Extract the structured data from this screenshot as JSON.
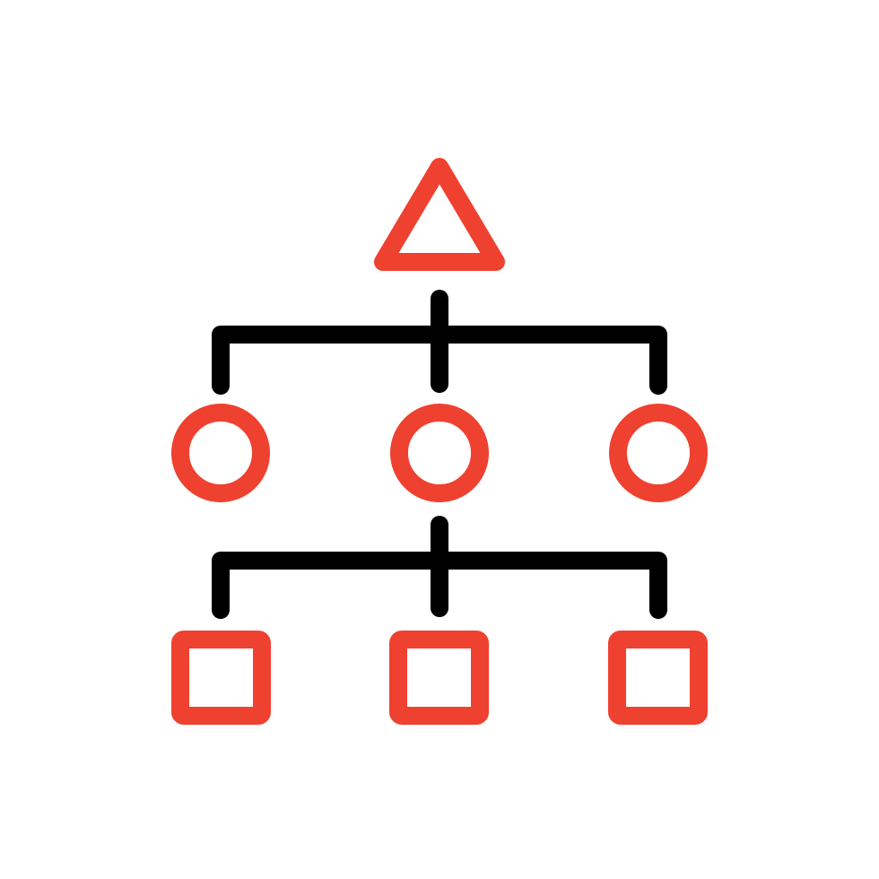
{
  "colors": {
    "background": "#ffffff",
    "node": "#ef4130",
    "connector": "#000000"
  },
  "diagram": {
    "type": "hierarchy-icon",
    "levels": [
      {
        "shape": "triangle",
        "count": 1
      },
      {
        "shape": "circle",
        "count": 3
      },
      {
        "shape": "square",
        "count": 3
      }
    ],
    "connectors": [
      {
        "from_level": 0,
        "to_level": 1
      },
      {
        "from_level": 1,
        "to_level": 2
      }
    ]
  }
}
